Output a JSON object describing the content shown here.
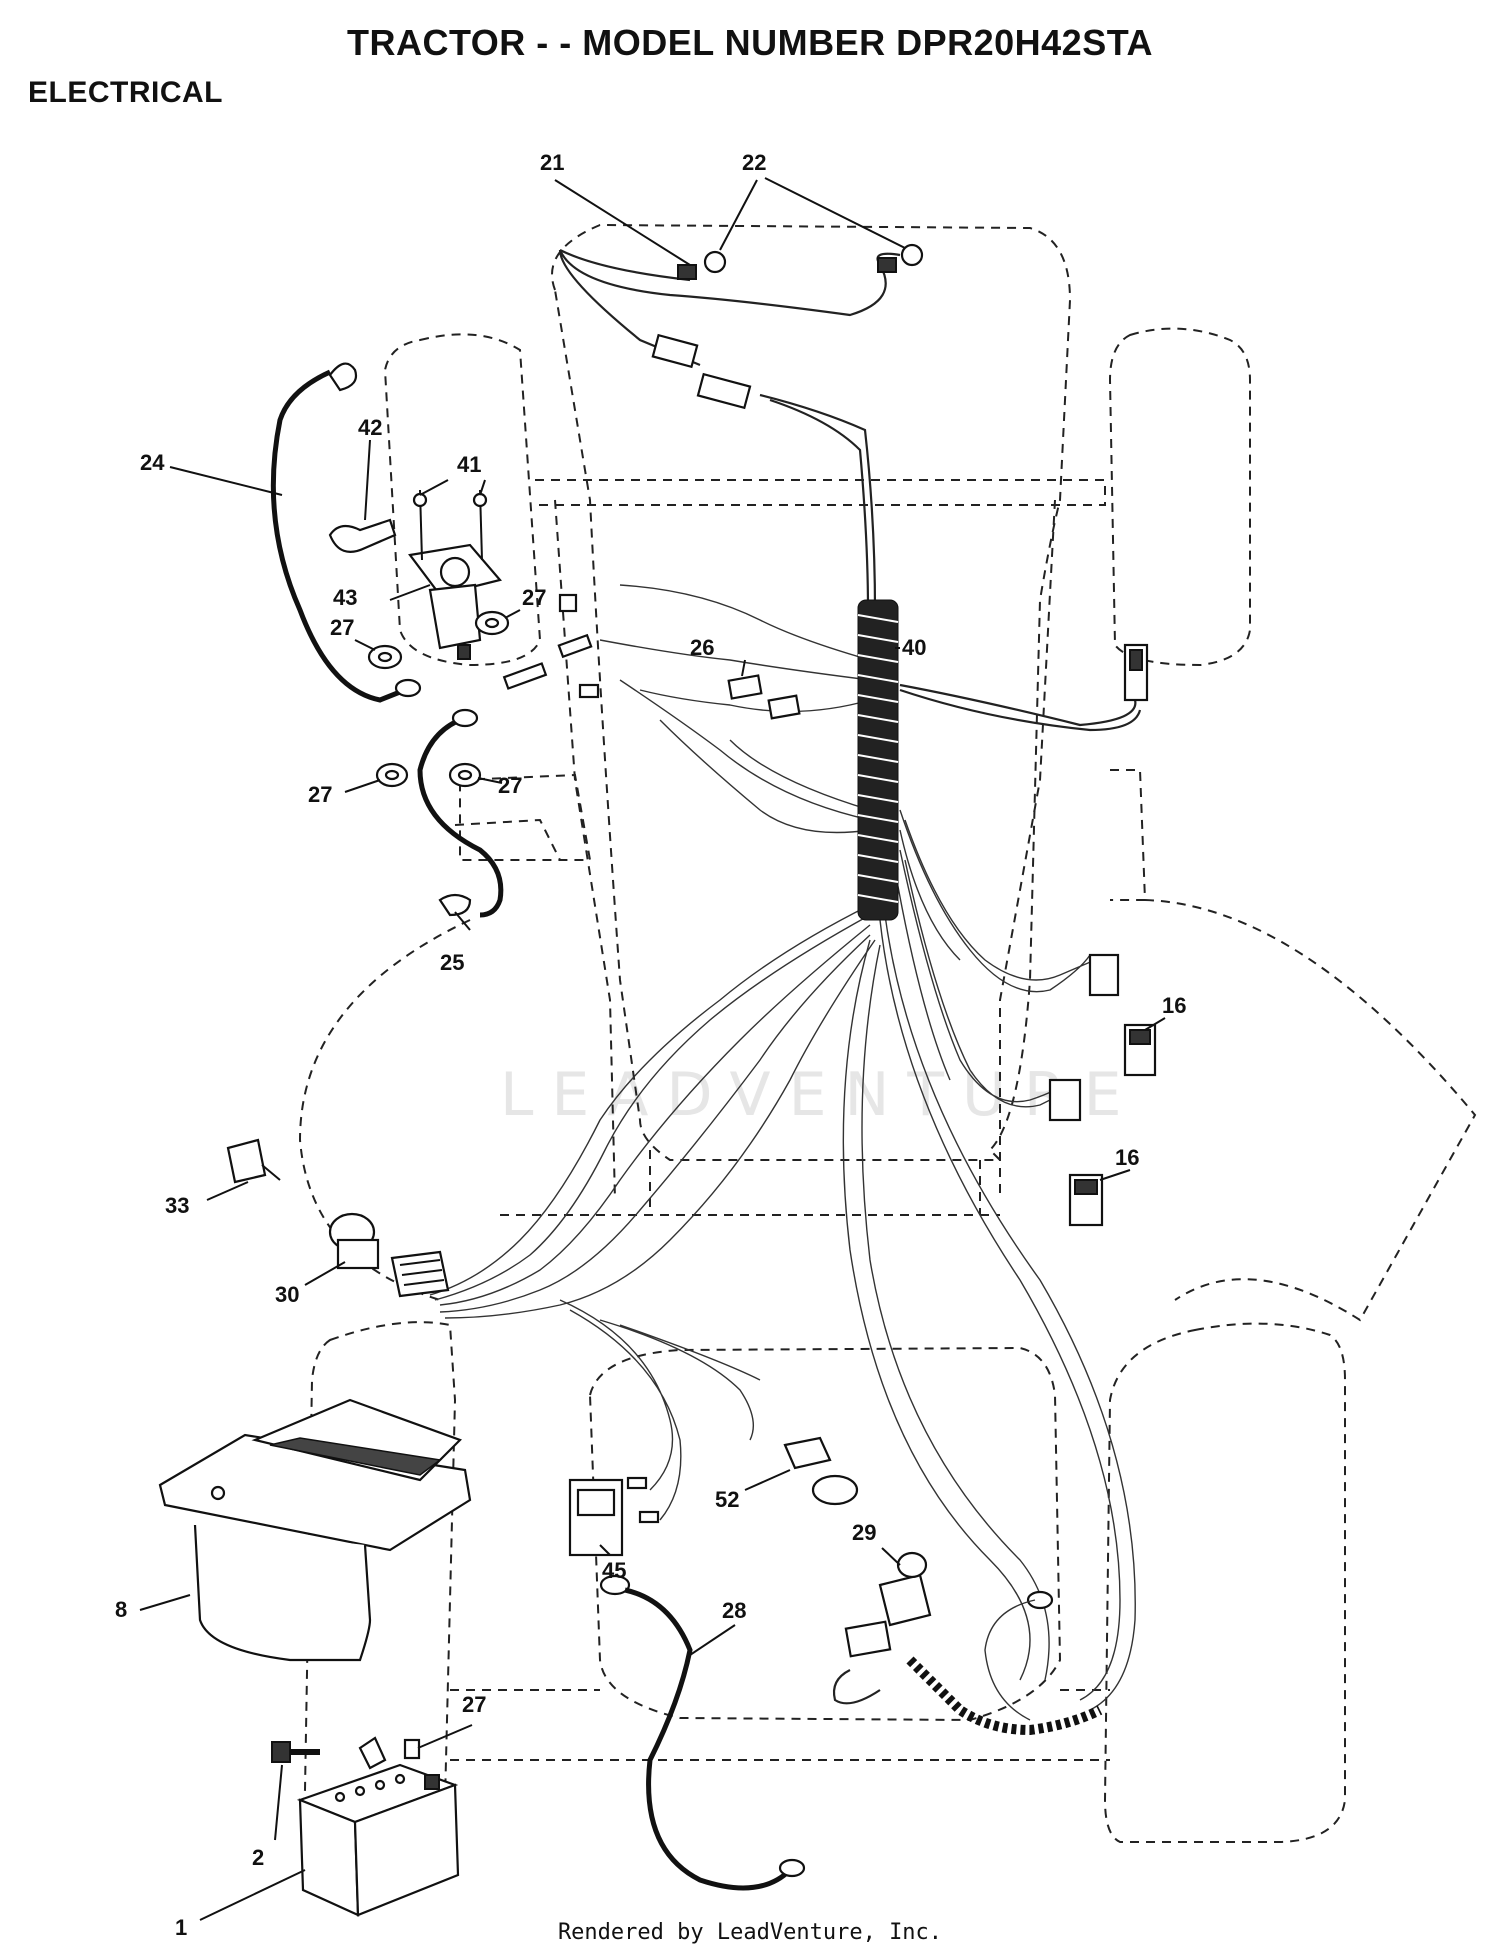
{
  "page": {
    "title": "TRACTOR - - MODEL NUMBER DPR20H42STA",
    "section": "ELECTRICAL",
    "footer": "Rendered by LeadVenture, Inc.",
    "watermark": "LEADVENTURE"
  },
  "callouts": {
    "c1": "1",
    "c2": "2",
    "c8": "8",
    "c16a": "16",
    "c16b": "16",
    "c21": "21",
    "c22": "22",
    "c24": "24",
    "c25": "25",
    "c26": "26",
    "c27a": "27",
    "c27b": "27",
    "c27c": "27",
    "c27d": "27",
    "c27e": "27",
    "c28": "28",
    "c29": "29",
    "c30": "30",
    "c33": "33",
    "c40": "40",
    "c41": "41",
    "c42": "42",
    "c43": "43",
    "c45": "45",
    "c52": "52"
  }
}
